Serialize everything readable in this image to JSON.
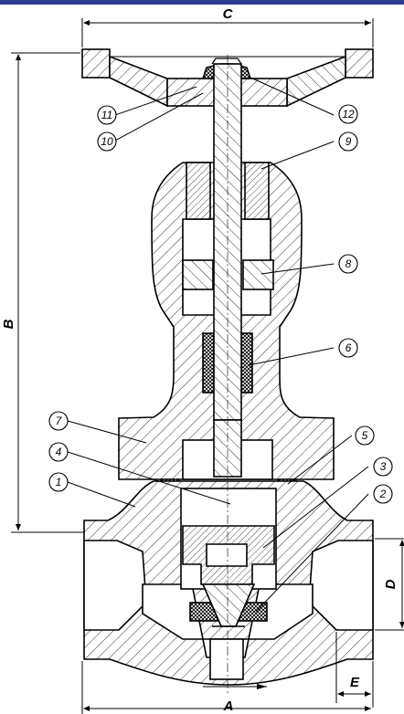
{
  "colors": {
    "topbar": "#2e3a8c",
    "line": "#000000",
    "background": "#ffffff"
  },
  "dimensions": {
    "a": "A",
    "b": "B",
    "c": "C",
    "d": "D",
    "e": "E"
  },
  "callouts": [
    "1",
    "2",
    "3",
    "4",
    "5",
    "6",
    "7",
    "8",
    "9",
    "10",
    "11",
    "12"
  ]
}
